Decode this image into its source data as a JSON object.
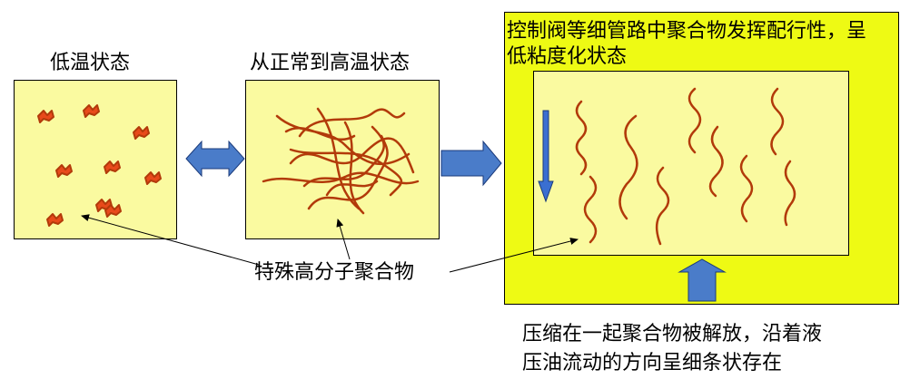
{
  "labels": {
    "low_temp": "低温状态",
    "normal_to_high": "从正常到高温状态",
    "control_valve_line1": "控制阀等细管路中聚合物发挥配行性，呈",
    "control_valve_line2": "低粘度化状态",
    "polymer": "特殊高分子聚合物",
    "release_line1": "压缩在一起聚合物被解放，沿着液",
    "release_line2": "压油流动的方向呈细条状存在"
  },
  "colors": {
    "panel_fill": "#fafaa0",
    "outer_fill": "#eefa14",
    "arrow_fill": "#4a7cc9",
    "polymer_stroke": "#b23a0a"
  },
  "icons": {
    "double_arrow": "double-arrow-icon",
    "right_arrow": "right-arrow-icon",
    "down_arrow": "down-arrow-icon",
    "up_arrow": "up-arrow-icon"
  }
}
